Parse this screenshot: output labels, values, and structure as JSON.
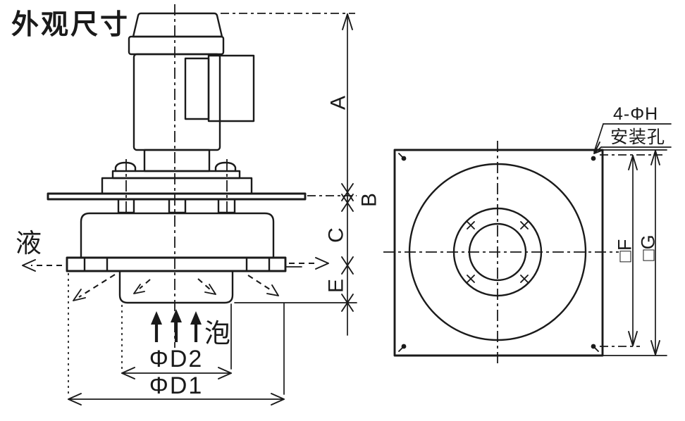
{
  "title": "外观尺寸",
  "colors": {
    "ink": "#1a1a1a",
    "paper": "#ffffff"
  },
  "side_view": {
    "liquid_label": "液",
    "foam_label": "泡",
    "dims": {
      "a": "A",
      "b": "B",
      "c": "C",
      "e": "E",
      "d2": "ΦD2",
      "d1": "ΦD1"
    }
  },
  "top_view": {
    "holes_note_line1": "4-ΦH",
    "holes_note_line2": "安装孔",
    "dims": {
      "f": "□F",
      "g": "□G"
    }
  }
}
